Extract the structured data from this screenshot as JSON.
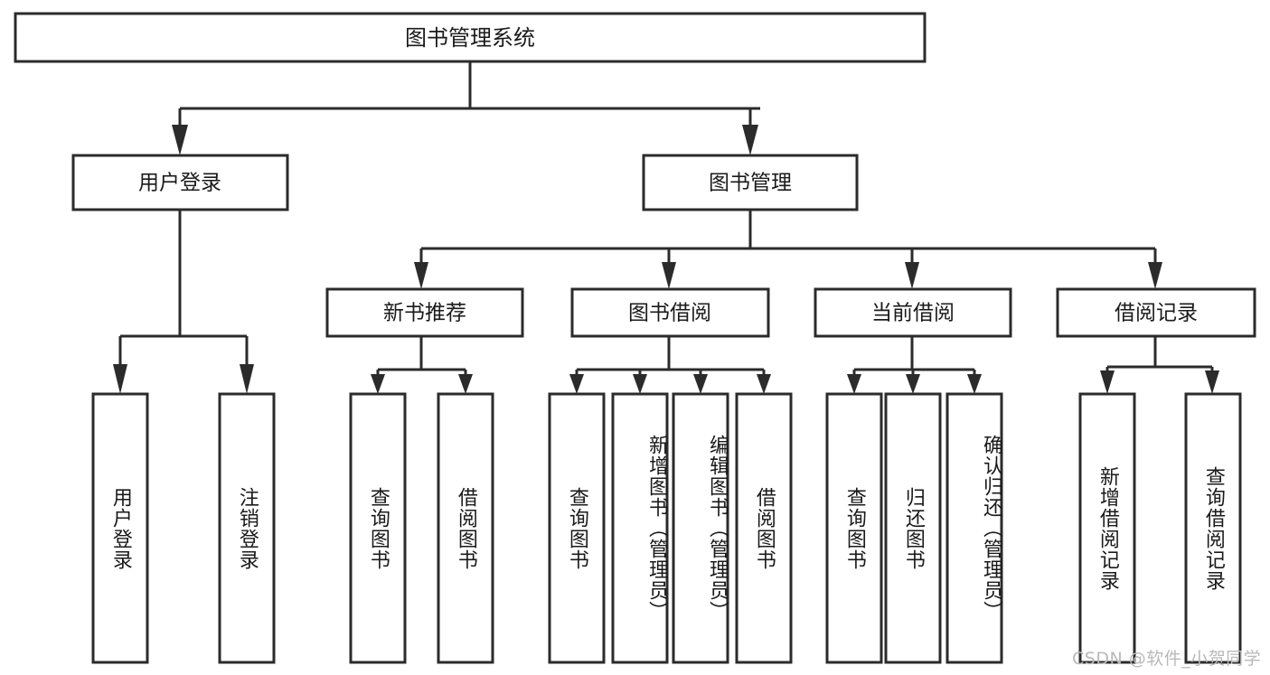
{
  "diagram": {
    "type": "tree-hierarchy-flowchart",
    "title": "图书管理系统",
    "watermark": "CSDN @软件_小贺同学",
    "colors": {
      "box_stroke": "#2b2b2b",
      "box_fill": "#ffffff",
      "text": "#1a1a1a",
      "connector": "#2b2b2b",
      "background": "#ffffff",
      "watermark": "#b9b9b9"
    },
    "levels": {
      "root": {
        "label": "图书管理系统"
      },
      "level2": [
        {
          "id": "user-login",
          "label": "用户登录"
        },
        {
          "id": "book-management",
          "label": "图书管理"
        }
      ],
      "level3": [
        {
          "id": "new-book-recommend",
          "label": "新书推荐",
          "parent": "book-management"
        },
        {
          "id": "book-borrow",
          "label": "图书借阅",
          "parent": "book-management"
        },
        {
          "id": "current-borrow",
          "label": "当前借阅",
          "parent": "book-management"
        },
        {
          "id": "borrow-record",
          "label": "借阅记录",
          "parent": "book-management"
        }
      ],
      "leaves": {
        "user-login": [
          {
            "id": "leaf-user-login",
            "label": "用户登录"
          },
          {
            "id": "leaf-user-logout",
            "label": "注销登录"
          }
        ],
        "new-book-recommend": [
          {
            "id": "leaf-query-book-1",
            "label": "查询图书"
          },
          {
            "id": "leaf-borrow-book-1",
            "label": "借阅图书"
          }
        ],
        "book-borrow": [
          {
            "id": "leaf-query-book-2",
            "label": "查询图书"
          },
          {
            "id": "leaf-add-book",
            "label": "新增图书（管理员）"
          },
          {
            "id": "leaf-edit-book",
            "label": "编辑图书（管理员）"
          },
          {
            "id": "leaf-borrow-book-2",
            "label": "借阅图书"
          }
        ],
        "current-borrow": [
          {
            "id": "leaf-query-book-3",
            "label": "查询图书"
          },
          {
            "id": "leaf-return-book",
            "label": "归还图书"
          },
          {
            "id": "leaf-confirm-return",
            "label": "确认归还（管理员）"
          }
        ],
        "borrow-record": [
          {
            "id": "leaf-add-record",
            "label": "新增借阅记录"
          },
          {
            "id": "leaf-query-record",
            "label": "查询借阅记录"
          }
        ]
      }
    }
  }
}
